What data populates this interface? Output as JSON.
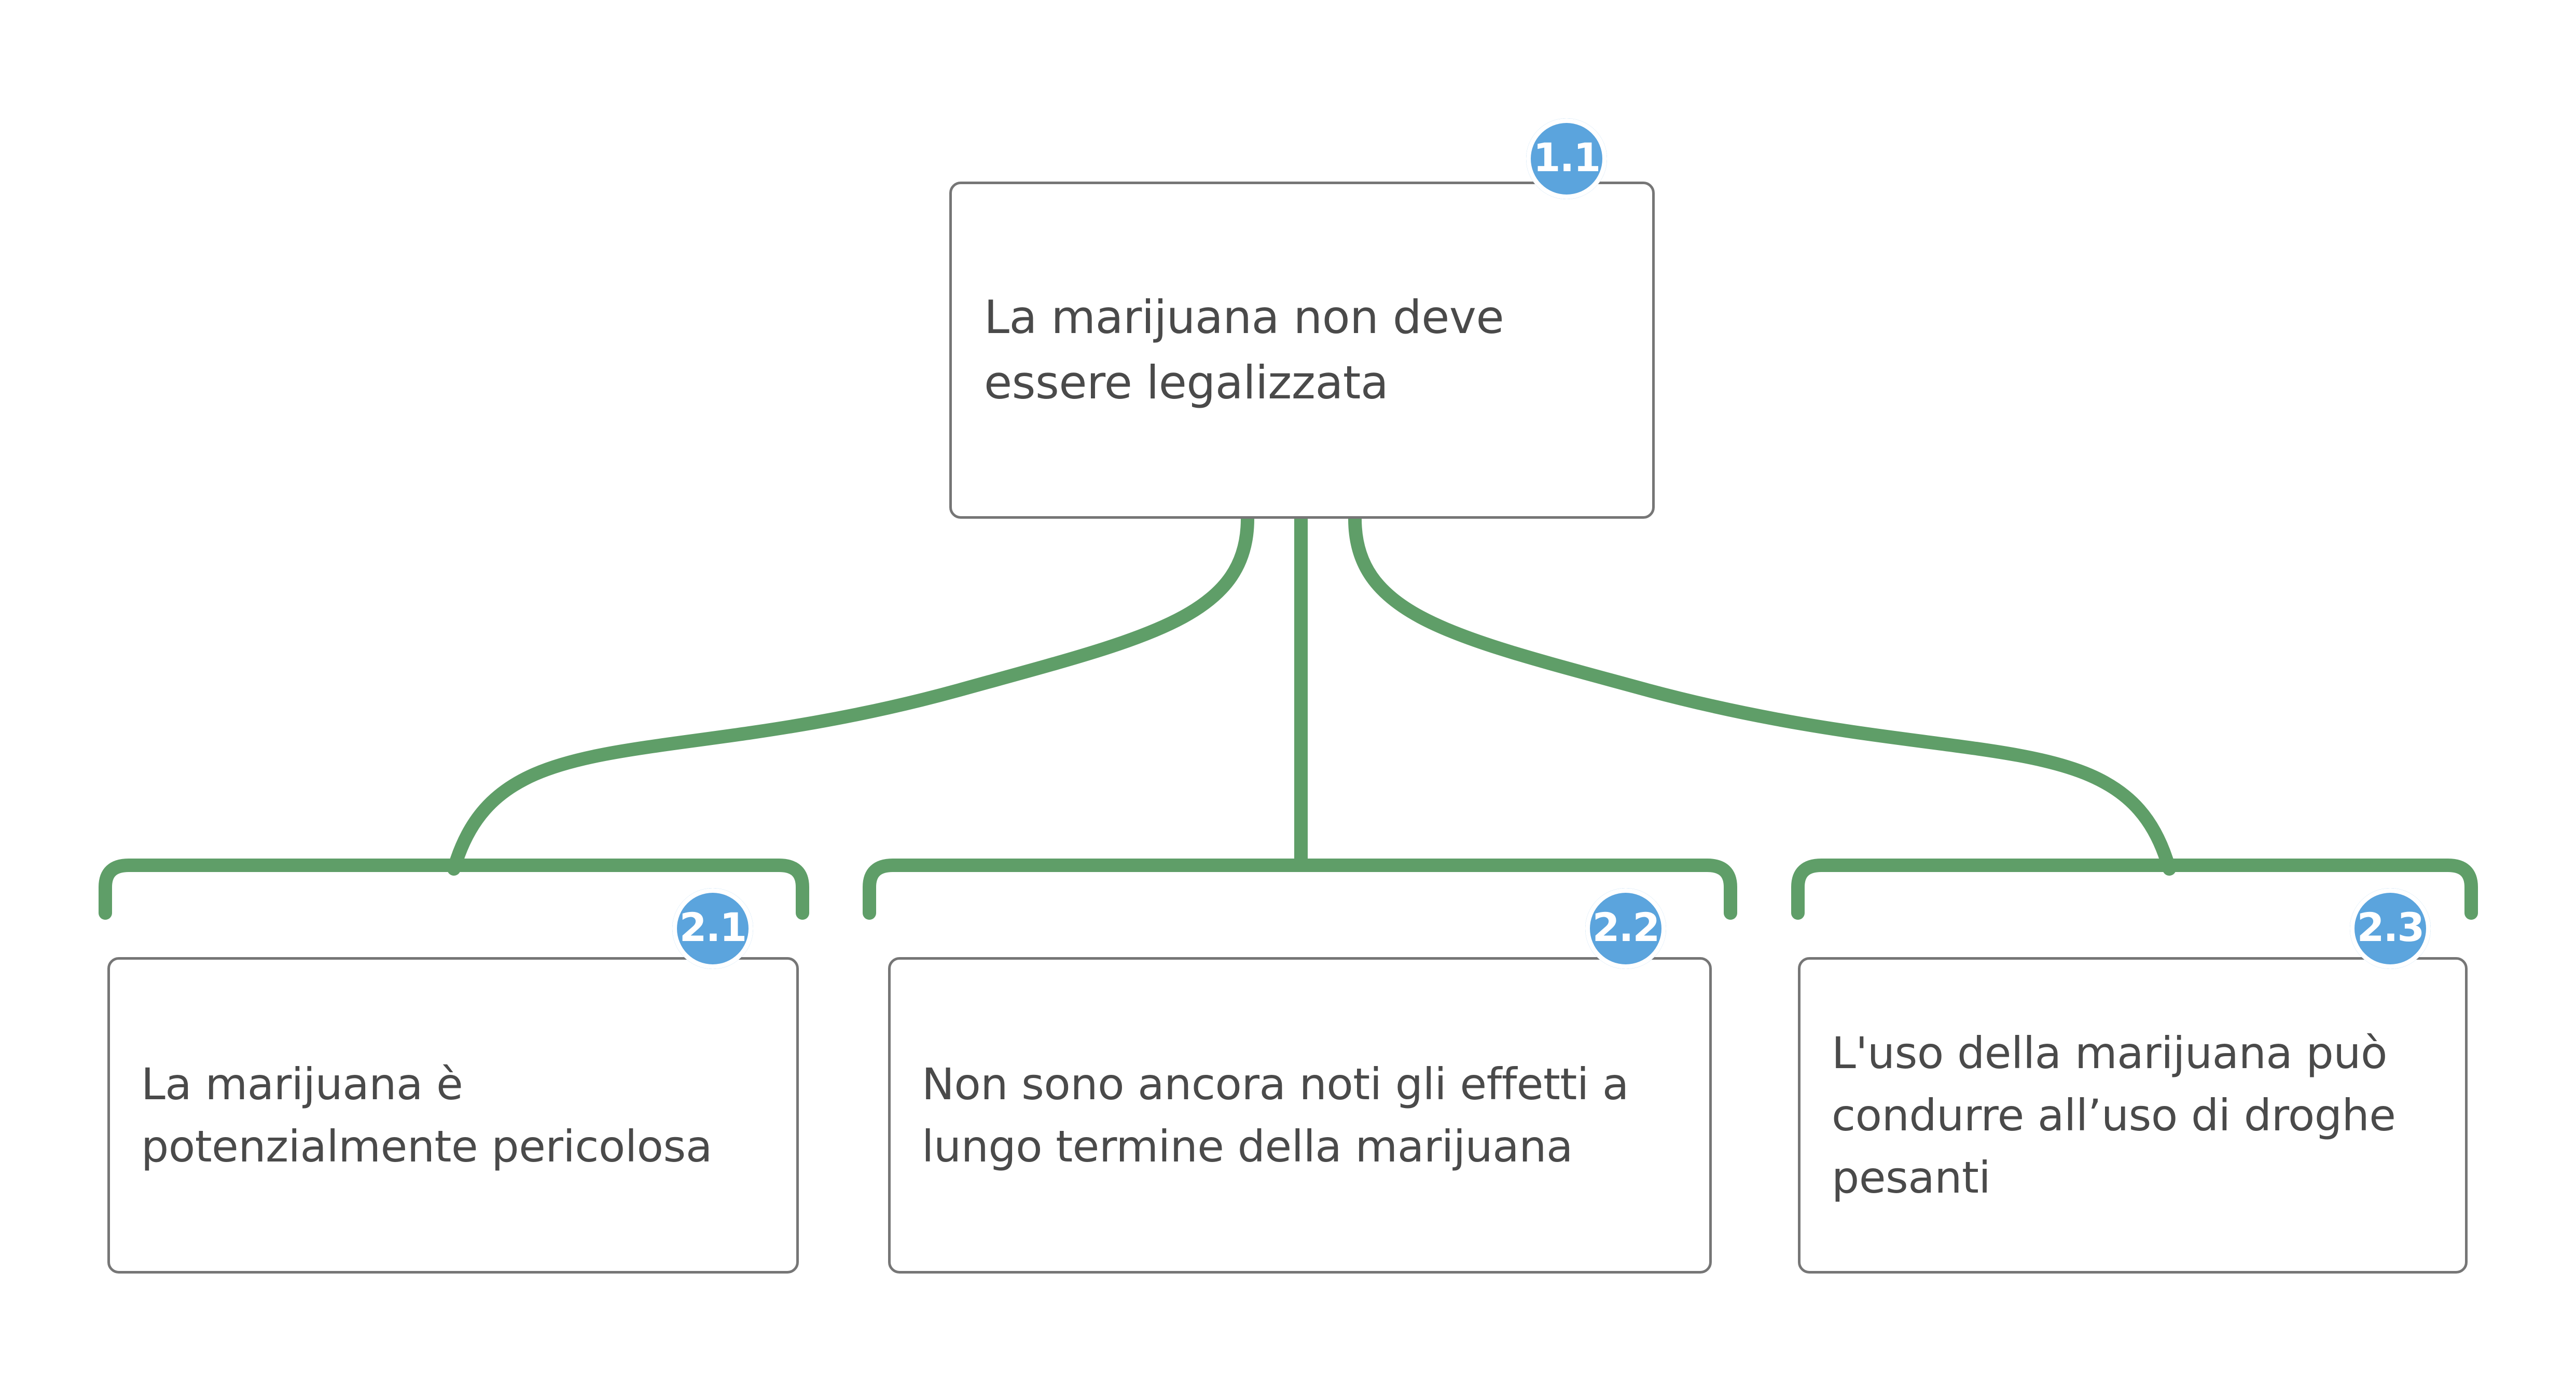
{
  "diagram": {
    "type": "argument-map",
    "language": "it",
    "colors": {
      "edge_green": "#5f9e68",
      "badge_blue": "#5ba4dd",
      "node_border": "#767676",
      "node_text": "#4a4a4a",
      "node_fill": "#ffffff",
      "background": "#ffffff"
    },
    "root": {
      "badge": "1.1",
      "text": "La marijuana non deve essere legalizzata"
    },
    "children": [
      {
        "badge": "2.1",
        "text": "La marijuana è potenzialmente pericolosa"
      },
      {
        "badge": "2.2",
        "text": "Non sono ancora noti gli effetti a lungo termine della marijuana"
      },
      {
        "badge": "2.3",
        "text": "L'uso della marijuana può condurre all’uso di droghe pesanti"
      }
    ]
  }
}
